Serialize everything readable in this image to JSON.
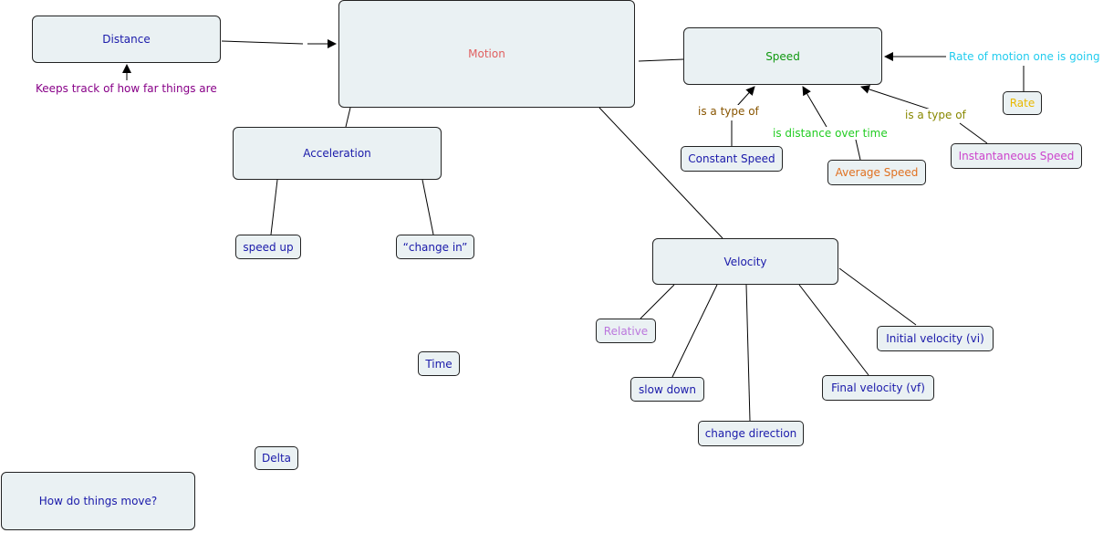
{
  "colors": {
    "concept": "#1a1aaa",
    "motion": "#e06060",
    "speed": "#119911",
    "relative": "#bb77dd",
    "average_speed": "#e07020",
    "instantaneous_speed": "#cc44cc",
    "rate": "#e8b800",
    "rate_of_motion": "#22ccee",
    "keeps_track": "#880088",
    "is_a_type_of_left": "#885500",
    "is_a_type_of_right": "#888800",
    "is_distance_over_time": "#22cc22",
    "line": "#000000",
    "node_fill": "#eaf1f3"
  },
  "nodes": {
    "distance": "Distance",
    "motion": "Motion",
    "speed": "Speed",
    "acceleration": "Acceleration",
    "velocity": "Velocity",
    "how_do_things_move": "How do things move?",
    "rate": "Rate",
    "constant_speed": "Constant Speed",
    "average_speed": "Average Speed",
    "instantaneous_speed": "Instantaneous Speed",
    "speed_up": "speed up",
    "change_in": "“change in”",
    "relative": "Relative",
    "time": "Time",
    "slow_down": "slow down",
    "change_direction": "change direction",
    "final_velocity": "Final velocity (vf)",
    "initial_velocity": "Initial velocity (vi)",
    "delta": "Delta"
  },
  "linking_phrases": {
    "keeps_track": "Keeps track of how far things are",
    "rate_of_motion": "Rate of motion one is going",
    "is_a_type_of_left": "is a type of",
    "is_a_type_of_right": "is a type of",
    "is_distance_over_time": "is distance over time"
  }
}
